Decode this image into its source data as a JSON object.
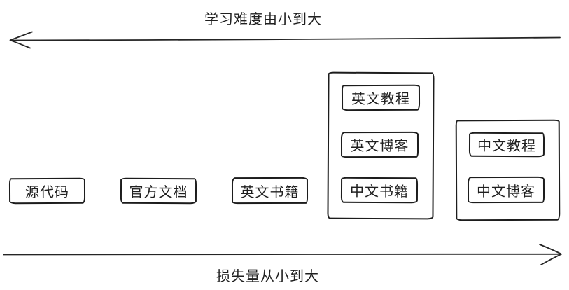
{
  "diagram": {
    "top_axis": {
      "label": "学习难度由小到大",
      "direction": "left"
    },
    "bottom_axis": {
      "label": "损失量从小到大",
      "direction": "right"
    },
    "boxes": [
      {
        "label": "源代码"
      },
      {
        "label": "官方文档"
      },
      {
        "label": "英文书籍"
      }
    ],
    "groups": [
      {
        "items": [
          {
            "label": "英文教程"
          },
          {
            "label": "英文博客"
          },
          {
            "label": "中文书籍"
          }
        ]
      },
      {
        "items": [
          {
            "label": "中文教程"
          },
          {
            "label": "中文博客"
          }
        ]
      }
    ],
    "colors": {
      "ink": "#1f1f1f",
      "border": "#1c1c1c",
      "background": "#ffffff"
    }
  }
}
